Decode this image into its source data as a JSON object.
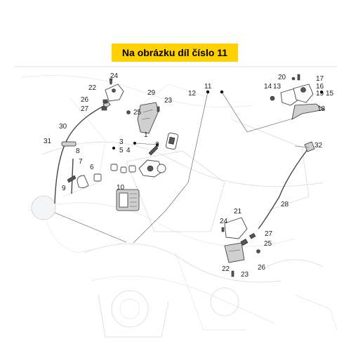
{
  "banner": {
    "text": "Na obrázku díl číslo 11"
  },
  "labels": {
    "l1": "1",
    "l2": "2",
    "l3": "3",
    "l4": "4",
    "l5": "5",
    "l6": "6",
    "l7": "7",
    "l8": "8",
    "l9": "9",
    "l10": "10",
    "l11": "11",
    "l12": "12",
    "l13": "13",
    "l14": "14",
    "l15": "15",
    "l16": "16",
    "l17": "17",
    "l18": "18",
    "l19": "19",
    "l20": "20",
    "l21": "21",
    "l22a": "22",
    "l22b": "22",
    "l23a": "23",
    "l23b": "23",
    "l24a": "24",
    "l24b": "24",
    "l25a": "25",
    "l25b": "25",
    "l26a": "26",
    "l26b": "26",
    "l27a": "27",
    "l27b": "27",
    "l28": "28",
    "l29": "29",
    "l30": "30",
    "l31": "31",
    "l32": "32"
  }
}
